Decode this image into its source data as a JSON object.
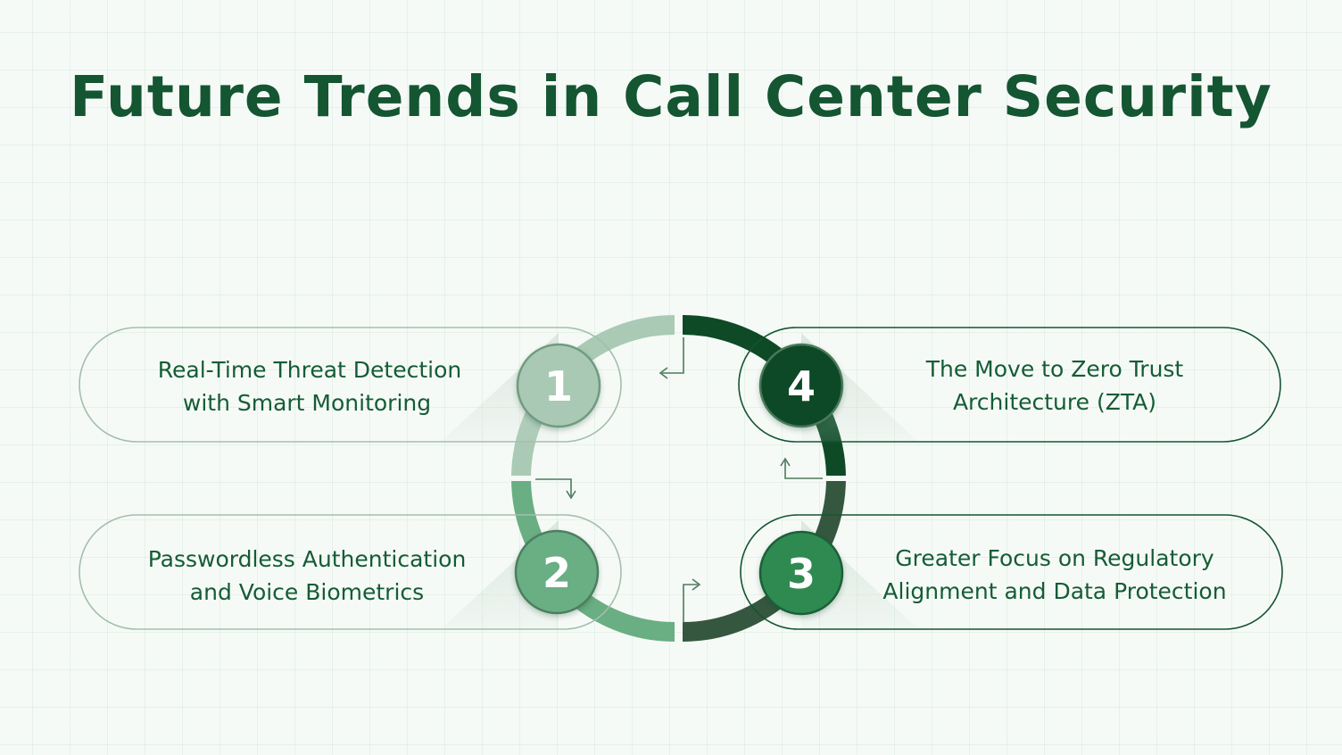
{
  "title": "Future Trends in Call Center Security",
  "colors": {
    "text_green": "#145532",
    "step1": "#a9c9b4",
    "step2": "#6aae83",
    "step3": "#2e8a51",
    "step4": "#0e4a26",
    "ring_dark": "#36573f"
  },
  "steps": [
    {
      "number": "1",
      "lines": [
        "Real-Time Threat Detection",
        "with Smart Monitoring"
      ]
    },
    {
      "number": "2",
      "lines": [
        "Passwordless Authentication",
        "and Voice Biometrics"
      ]
    },
    {
      "number": "3",
      "lines": [
        "Greater Focus on Regulatory",
        "Alignment and Data Protection"
      ]
    },
    {
      "number": "4",
      "lines": [
        "The Move to Zero Trust",
        "Architecture (ZTA)"
      ]
    }
  ]
}
